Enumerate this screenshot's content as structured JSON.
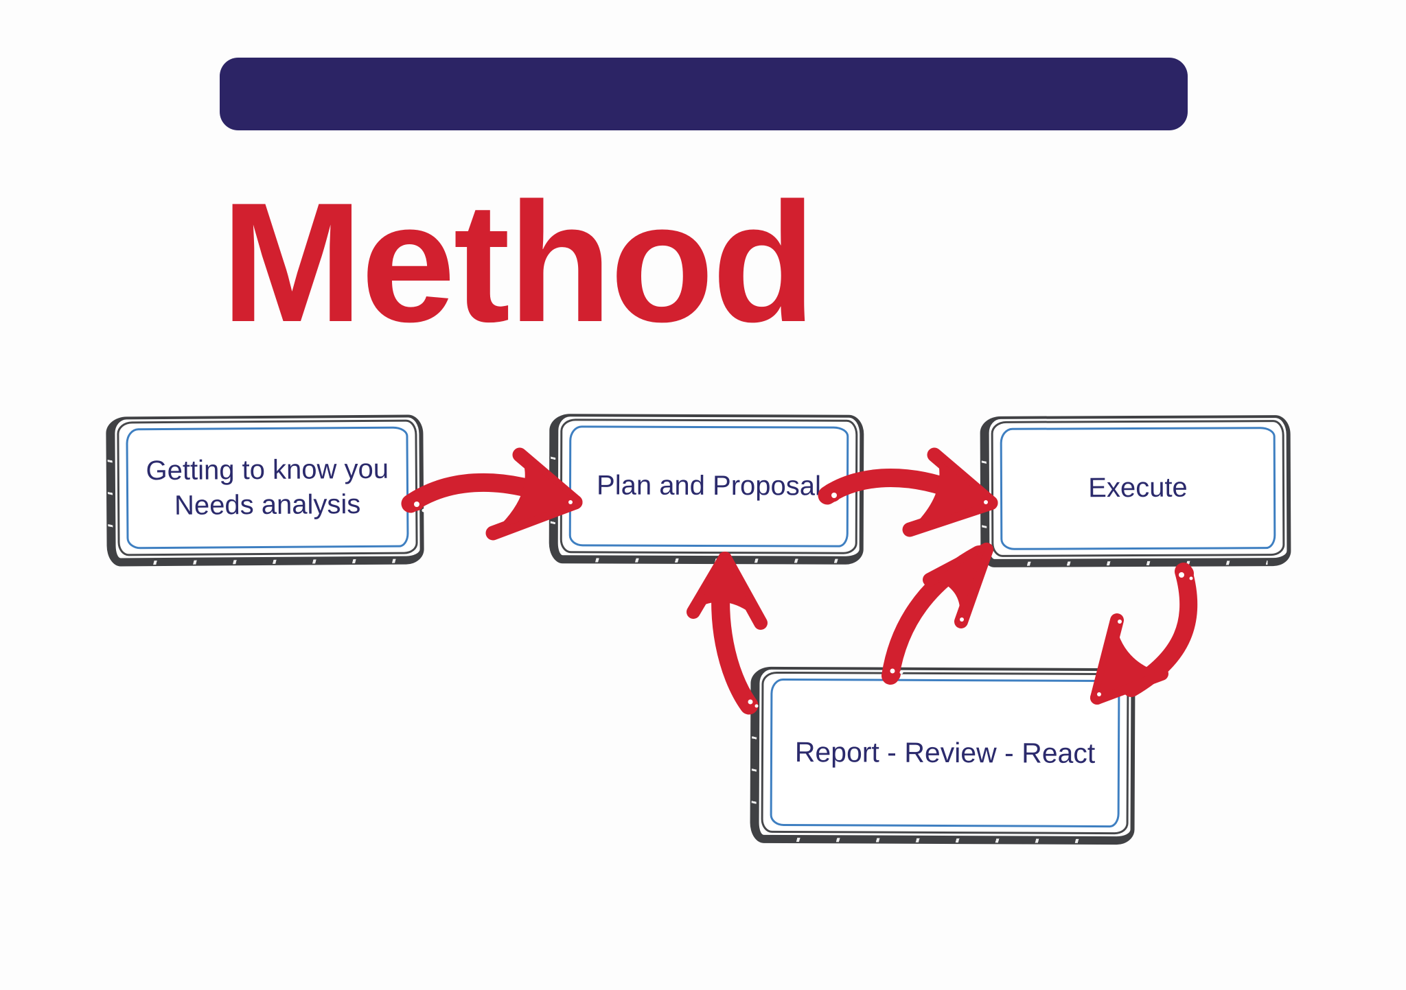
{
  "slide": {
    "title": "Method",
    "accent_bar": {
      "color": "#2c2465"
    }
  },
  "diagram": {
    "nodes": [
      {
        "id": "getting-to-know-you",
        "lines": [
          "Getting to know you",
          "Needs analysis"
        ]
      },
      {
        "id": "plan-and-proposal",
        "lines": [
          "Plan and Proposal"
        ]
      },
      {
        "id": "execute",
        "lines": [
          "Execute"
        ]
      },
      {
        "id": "report-review-react",
        "lines": [
          "Report - Review - React"
        ]
      }
    ],
    "edges": [
      {
        "from": "getting-to-know-you",
        "to": "plan-and-proposal",
        "style": "curved-right-arrow"
      },
      {
        "from": "plan-and-proposal",
        "to": "execute",
        "style": "curved-right-arrow"
      },
      {
        "from": "report-review-react",
        "to": "plan-and-proposal",
        "style": "curved-up-arrow"
      },
      {
        "from": "report-review-react",
        "to": "execute",
        "style": "curved-up-right-arrow"
      },
      {
        "from": "execute",
        "to": "report-review-react",
        "style": "curved-down-left-arrow"
      }
    ],
    "colors": {
      "arrow_red": "#d2202f",
      "title_red": "#d2202f",
      "accent_bar_navy": "#2c2465",
      "node_text_navy": "#2b2a6c",
      "node_inner_border_blue": "#3e7fc1",
      "node_sketch_border": "#404144",
      "background": "#fdfdfd"
    }
  }
}
